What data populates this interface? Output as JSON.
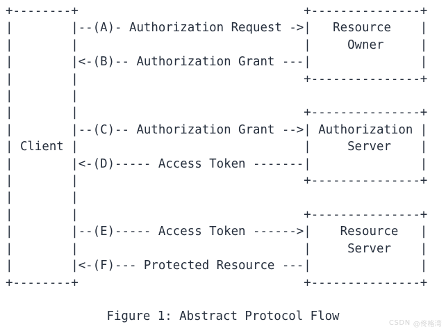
{
  "figure": {
    "type": "ascii-art-sequence-diagram",
    "caption": "Figure 1: Abstract Protocol Flow",
    "text_color": "#262f3d",
    "background_color": "#ffffff",
    "ascii": "+--------+                               +---------------+\n|        |--(A)- Authorization Request ->|   Resource    |\n|        |                               |     Owner     |\n|        |<-(B)-- Authorization Grant ---|               |\n|        |                               +---------------+\n|        |\n|        |                               +---------------+\n|        |--(C)-- Authorization Grant -->| Authorization |\n| Client |                               |     Server    |\n|        |<-(D)----- Access Token -------|               |\n|        |                               +---------------+\n|        |\n|        |                               +---------------+\n|        |--(E)----- Access Token ------>|    Resource   |\n|        |                               |     Server    |\n|        |<-(F)--- Protected Resource ---|               |\n+--------+                               +---------------+",
    "actors": [
      {
        "id": "client",
        "label": "Client"
      },
      {
        "id": "resource-owner",
        "label": "Resource Owner"
      },
      {
        "id": "authorization-server",
        "label": "Authorization Server"
      },
      {
        "id": "resource-server",
        "label": "Resource Server"
      }
    ],
    "messages": [
      {
        "step": "A",
        "label": "Authorization Request",
        "direction": "right",
        "from": "client",
        "to": "resource-owner",
        "arrow": "--(A)- Authorization Request ->"
      },
      {
        "step": "B",
        "label": "Authorization Grant",
        "direction": "left",
        "from": "resource-owner",
        "to": "client",
        "arrow": "<-(B)-- Authorization Grant ---"
      },
      {
        "step": "C",
        "label": "Authorization Grant",
        "direction": "right",
        "from": "client",
        "to": "authorization-server",
        "arrow": "--(C)-- Authorization Grant -->"
      },
      {
        "step": "D",
        "label": "Access Token",
        "direction": "left",
        "from": "authorization-server",
        "to": "client",
        "arrow": "<-(D)----- Access Token -------"
      },
      {
        "step": "E",
        "label": "Access Token",
        "direction": "right",
        "from": "client",
        "to": "resource-server",
        "arrow": "--(E)----- Access Token ------>"
      },
      {
        "step": "F",
        "label": "Protected Resource",
        "direction": "left",
        "from": "resource-server",
        "to": "client",
        "arrow": "<-(F)--- Protected Resource ---"
      }
    ]
  },
  "watermark": {
    "brand": "CSDN",
    "user": "@佟格湾",
    "color": "#d5d5d5"
  }
}
